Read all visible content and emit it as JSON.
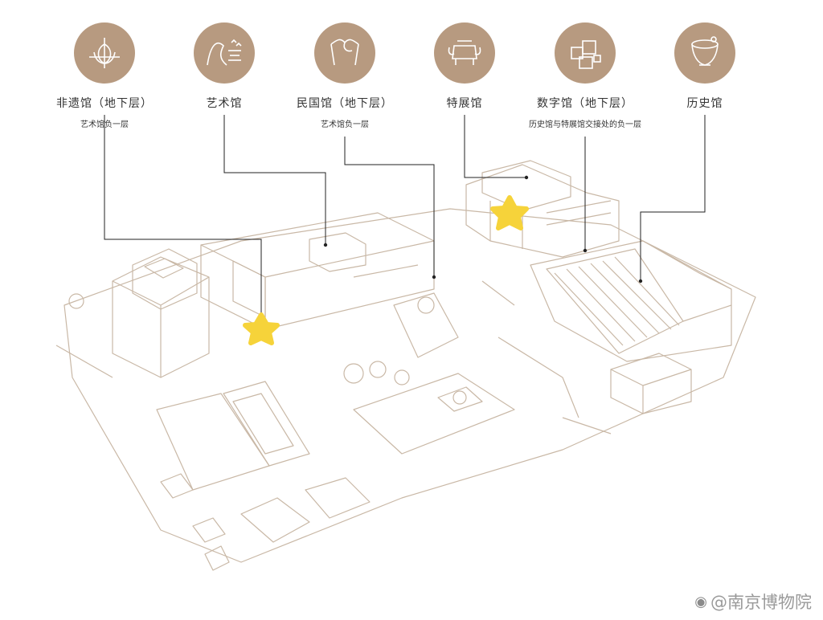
{
  "halls": [
    {
      "name": "非遗馆（地下层）",
      "sub": "艺术馆负一层",
      "icon": "lotus-icon"
    },
    {
      "name": "艺术馆",
      "sub": "",
      "icon": "landscape-painting-icon"
    },
    {
      "name": "民国馆（地下层）",
      "sub": "艺术馆负一层",
      "icon": "qipao-icon"
    },
    {
      "name": "特展馆",
      "sub": "",
      "icon": "bronze-ding-icon"
    },
    {
      "name": "数字馆（地下层）",
      "sub": "历史馆与特展馆交接处的负一层",
      "icon": "digital-cubes-icon"
    },
    {
      "name": "历史馆",
      "sub": "",
      "icon": "ancient-vessel-icon"
    }
  ],
  "colors": {
    "badge": "#b79a80",
    "lines": "#c9b8a6",
    "leader": "#222222",
    "star": "#f6d33a"
  },
  "markers": [
    "star-marker-art-hall",
    "star-marker-special-hall"
  ],
  "watermark": {
    "icon": "weibo-icon",
    "text": "@南京博物院"
  }
}
